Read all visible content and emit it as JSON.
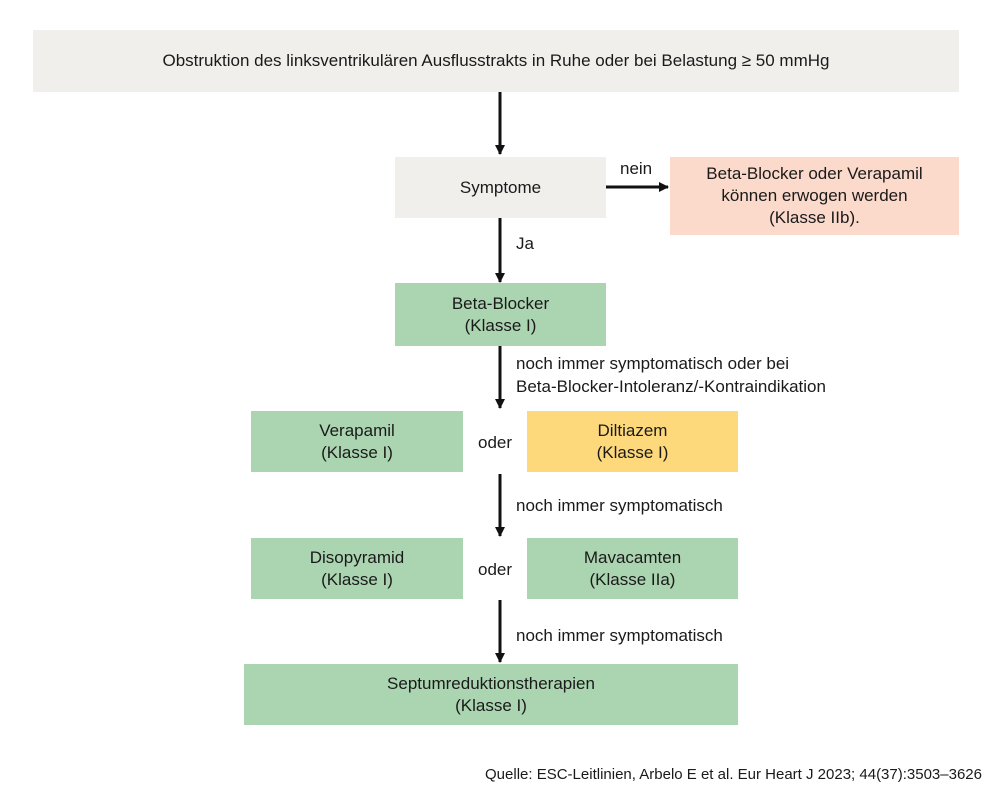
{
  "top_box": {
    "text": "Obstruktion des linksventrikulären Ausflusstrakts in Ruhe oder bei Belastung ≥ 50 mmHg"
  },
  "symptome_box": {
    "text": "Symptome"
  },
  "no_symptoms_box": {
    "line1": "Beta-Blocker oder Verapamil",
    "line2": "können erwogen werden",
    "line3": "(Klasse IIb)."
  },
  "beta_blocker_box": {
    "line1": "Beta-Blocker",
    "line2": "(Klasse I)"
  },
  "verapamil_box": {
    "line1": "Verapamil",
    "line2": "(Klasse I)"
  },
  "diltiazem_box": {
    "line1": "Diltiazem",
    "line2": "(Klasse I)"
  },
  "disopyramid_box": {
    "line1": "Disopyramid",
    "line2": "(Klasse I)"
  },
  "mavacamten_box": {
    "line1": "Mavacamten",
    "line2": "(Klasse IIa)"
  },
  "septum_box": {
    "line1": "Septumreduktionstherapien",
    "line2": "(Klasse I)"
  },
  "edge_labels": {
    "nein": "nein",
    "ja": "Ja",
    "beta_line1": "noch immer symptomatisch oder bei",
    "beta_line2": "Beta-Blocker-Intoleranz/-Kontraindikation",
    "oder1": "oder",
    "still1": "noch immer symptomatisch",
    "oder2": "oder",
    "still2": "noch immer symptomatisch"
  },
  "colors": {
    "grey": "#f1efec",
    "salmon": "#fbd9cb",
    "green": "#abd5b1",
    "yellow": "#fdd97b"
  },
  "source": "Quelle: ESC-Leitlinien, Arbelo E et al. Eur Heart J 2023; 44(37):3503–3626"
}
